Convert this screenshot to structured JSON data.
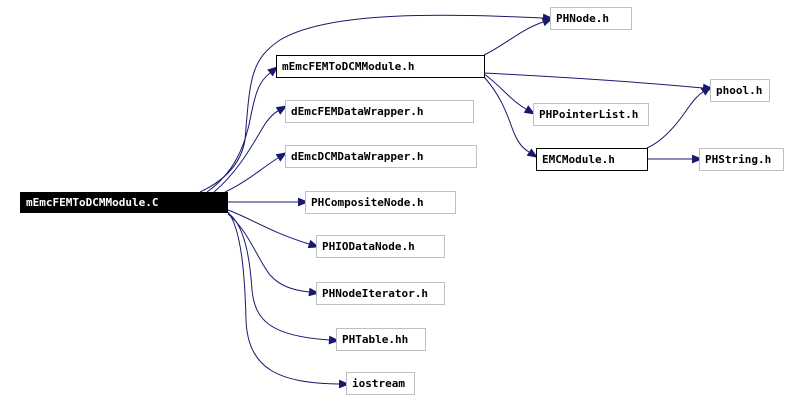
{
  "graph": {
    "colors": {
      "edge": "#191970",
      "root_fill": "#000000",
      "root_text": "#ffffff",
      "documented_border": "#000000",
      "undocumented_border": "#bfbfbf",
      "text": "#000000"
    },
    "nodes": [
      {
        "id": "root",
        "label": "mEmcFEMToDCMModule.C",
        "style": "root"
      },
      {
        "id": "phnode",
        "label": "PHNode.h",
        "style": "external"
      },
      {
        "id": "modh",
        "label": "mEmcFEMToDCMModule.h",
        "style": "documented"
      },
      {
        "id": "phool",
        "label": "phool.h",
        "style": "external"
      },
      {
        "id": "femwrap",
        "label": "dEmcFEMDataWrapper.h",
        "style": "external"
      },
      {
        "id": "phptrlist",
        "label": "PHPointerList.h",
        "style": "external"
      },
      {
        "id": "dcmwrap",
        "label": "dEmcDCMDataWrapper.h",
        "style": "external"
      },
      {
        "id": "emcmodule",
        "label": "EMCModule.h",
        "style": "documented"
      },
      {
        "id": "phstring",
        "label": "PHString.h",
        "style": "external"
      },
      {
        "id": "phcomposite",
        "label": "PHCompositeNode.h",
        "style": "external"
      },
      {
        "id": "phiodata",
        "label": "PHIODataNode.h",
        "style": "external"
      },
      {
        "id": "phnodeiter",
        "label": "PHNodeIterator.h",
        "style": "external"
      },
      {
        "id": "phtable",
        "label": "PHTable.hh",
        "style": "external"
      },
      {
        "id": "iostream",
        "label": "iostream",
        "style": "external"
      }
    ],
    "edges": [
      {
        "from": "root",
        "to": "phnode"
      },
      {
        "from": "root",
        "to": "modh"
      },
      {
        "from": "root",
        "to": "femwrap"
      },
      {
        "from": "root",
        "to": "dcmwrap"
      },
      {
        "from": "root",
        "to": "phcomposite"
      },
      {
        "from": "root",
        "to": "phiodata"
      },
      {
        "from": "root",
        "to": "phnodeiter"
      },
      {
        "from": "root",
        "to": "phtable"
      },
      {
        "from": "root",
        "to": "iostream"
      },
      {
        "from": "modh",
        "to": "phnode"
      },
      {
        "from": "modh",
        "to": "phool"
      },
      {
        "from": "modh",
        "to": "phptrlist"
      },
      {
        "from": "modh",
        "to": "emcmodule"
      },
      {
        "from": "emcmodule",
        "to": "phool"
      },
      {
        "from": "emcmodule",
        "to": "phstring"
      }
    ]
  }
}
